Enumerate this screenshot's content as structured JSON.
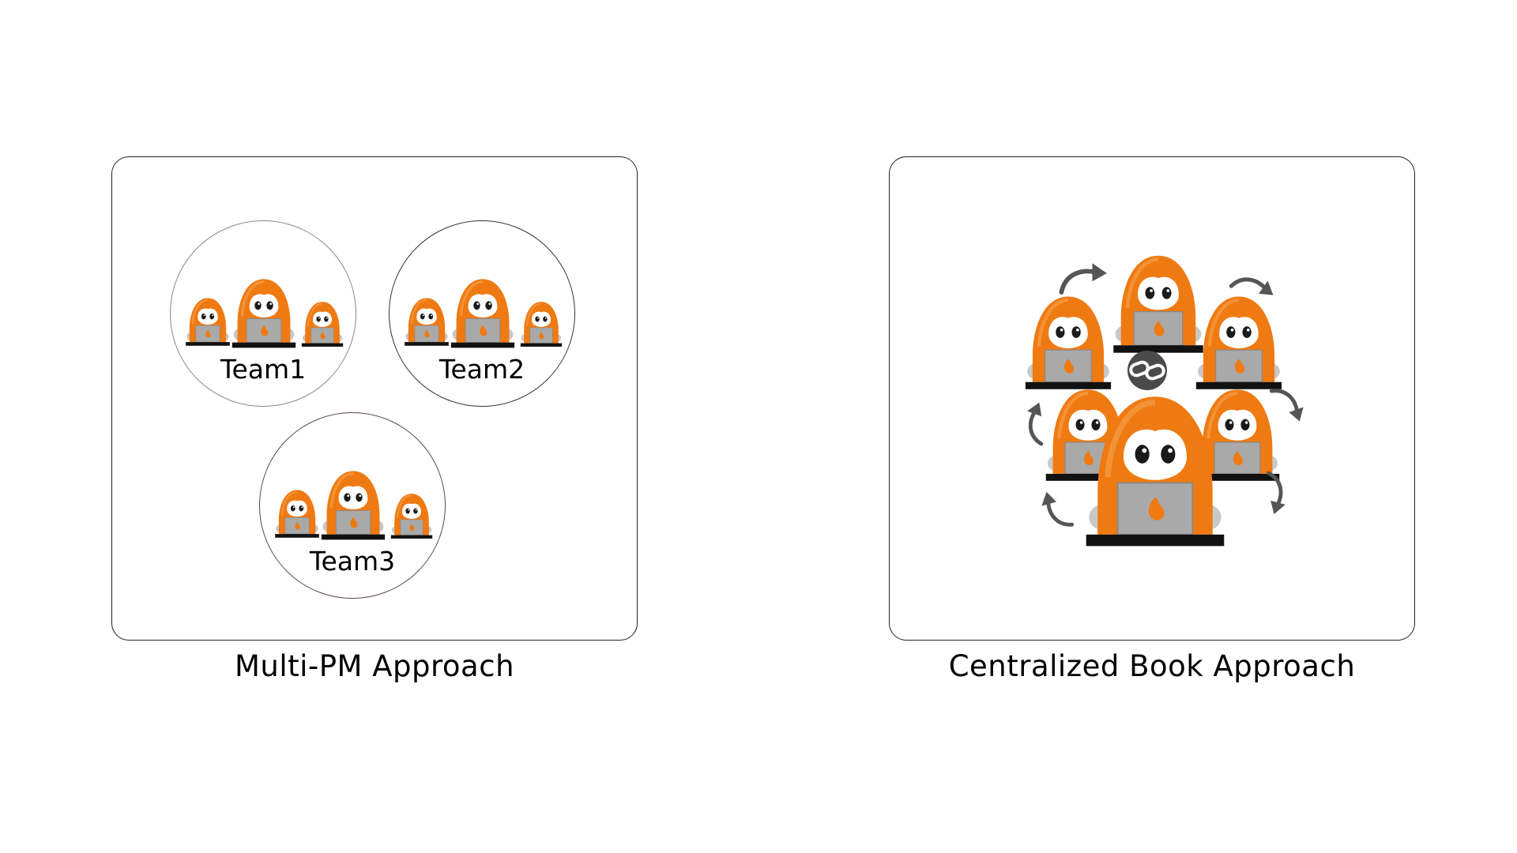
{
  "left_panel": {
    "caption": "Multi-PM Approach",
    "teams": [
      {
        "label": "Team1"
      },
      {
        "label": "Team2"
      },
      {
        "label": "Team3"
      }
    ]
  },
  "right_panel": {
    "caption": "Centralized Book Approach",
    "center_icon": "link-icon"
  },
  "colors": {
    "mascot_orange": "#ef7a12",
    "laptop_gray": "#a9a9a9",
    "desk_black": "#111111",
    "arrow_gray": "#555555",
    "link_badge": "#4a4a4a"
  }
}
